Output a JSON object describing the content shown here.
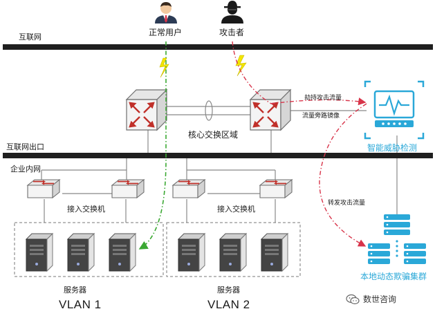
{
  "labels": {
    "internet": "互联网",
    "internet_exit": "互联网出口",
    "intranet": "企业内网",
    "normal_user": "正常用户",
    "attacker": "攻击者",
    "core_zone": "核心交换区域",
    "access_switch_1": "接入交换机",
    "access_switch_2": "接入交换机",
    "servers_1": "服务器",
    "servers_2": "服务器",
    "vlan1": "VLAN 1",
    "vlan2": "VLAN 2",
    "hijack_traffic": "劫持攻击流量",
    "mirror_traffic": "流量旁路镜像",
    "forward_traffic": "转发攻击流量",
    "threat_detection": "智能威胁检测",
    "deception_cluster": "本地动态欺骗集群",
    "watermark": "数世咨询"
  },
  "colors": {
    "bar": "#1f1f1f",
    "attack_path": "#d8344a",
    "normal_path": "#3aa832",
    "accent": "#2aa8d8",
    "lightning": "#f2e600",
    "switch_arrow": "#c0302a"
  },
  "icons": {
    "normal_user": "businessman-icon",
    "attacker": "hacker-icon",
    "threat_detection": "monitor-pulse-icon",
    "deception_cluster": "server-cluster-icon",
    "switch": "switch-arrows-icon",
    "server": "server-tower-icon",
    "watermark": "wechat-icon"
  }
}
